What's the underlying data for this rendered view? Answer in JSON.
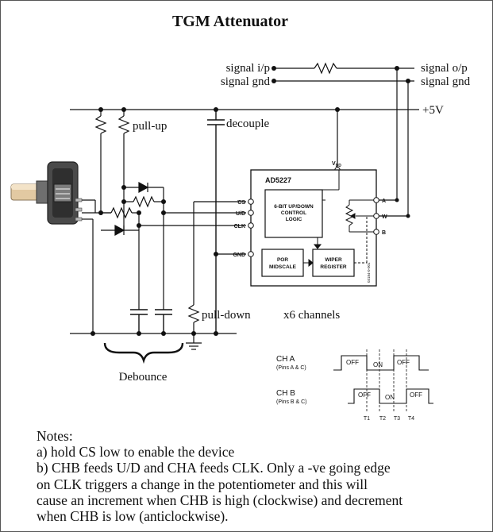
{
  "title": "TGM Attenuator",
  "labels": {
    "signal_ip": "signal i/p",
    "signal_gnd_left": "signal gnd",
    "signal_op": "signal o/p",
    "signal_gnd_right": "signal gnd",
    "plus5v": "+5V",
    "pullup": "pull-up",
    "decouple": "decouple",
    "pulldown": "pull-down",
    "channels": "x6 channels",
    "debounce": "Debounce"
  },
  "chip": {
    "name": "AD5227",
    "vdd": "V",
    "vdd_sub": "DD",
    "pins_left": [
      "CS",
      "U/D",
      "CLK",
      "GND"
    ],
    "pins_right": [
      "A",
      "W",
      "B"
    ],
    "logic_lines": [
      "6-BIT UP/DOWN",
      "CONTROL",
      "LOGIC"
    ],
    "por_lines": [
      "POR",
      "MIDSCALE"
    ],
    "wiper_lines": [
      "WIPER",
      "REGISTER"
    ],
    "part_code": "03184-0-001"
  },
  "timing": {
    "cha_label": "CH A",
    "cha_sub": "(Pins A & C)",
    "chb_label": "CH B",
    "chb_sub": "(Pins B & C)",
    "a_states": [
      "OFF",
      "ON",
      "OFF"
    ],
    "b_states": [
      "OFF",
      "ON",
      "OFF"
    ],
    "ticks": [
      "T1",
      "T2",
      "T3",
      "T4"
    ]
  },
  "notes": [
    "Notes:",
    "a) hold CS low to enable the device",
    "b) CHB feeds U/D and CHA feeds CLK. Only a -ve going edge",
    "on CLK triggers a change in the potentiometer and this will",
    "cause an increment when CHB is high (clockwise) and decrement",
    "when CHB is low (anticlockwise)."
  ]
}
